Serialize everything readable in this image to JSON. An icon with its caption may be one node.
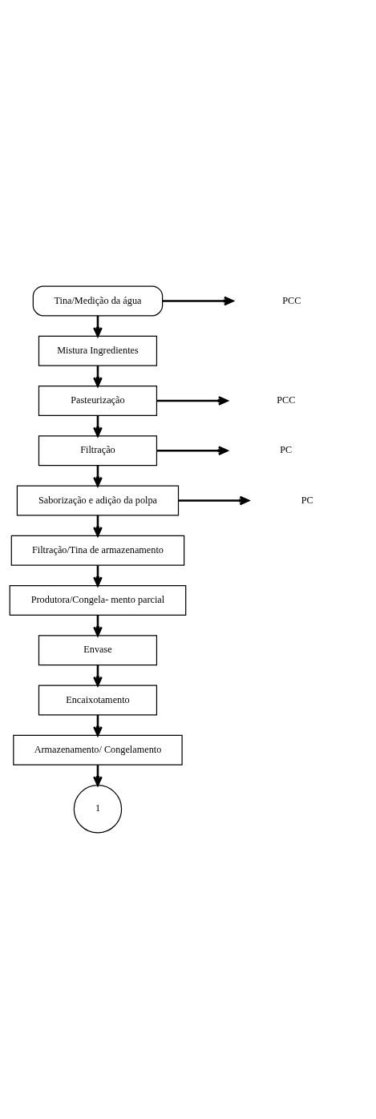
{
  "diagram": {
    "nodes": [
      {
        "text": [
          "Tina/Medição da água"
        ]
      },
      {
        "text": [
          "Mistura Ingredientes"
        ]
      },
      {
        "text": [
          "Pasteurização"
        ]
      },
      {
        "text": [
          "Filtração"
        ]
      },
      {
        "text": [
          "Saborização e adição da polpa"
        ]
      },
      {
        "text": [
          "Filtração/Tina de armazenamento"
        ]
      },
      {
        "text": [
          "Produtora/Congela- mento parcial"
        ]
      },
      {
        "text": [
          "Envase"
        ]
      },
      {
        "text": [
          "Encaixotamento"
        ]
      },
      {
        "text": [
          "Armazenamento/ Congelamento"
        ]
      },
      {
        "text": [
          "1"
        ]
      },
      {
        "text": [
          "PCC"
        ]
      },
      {
        "text": [
          "PCC"
        ]
      },
      {
        "text": [
          "PC"
        ]
      },
      {
        "text": [
          "PC"
        ]
      }
    ],
    "edges": [
      {
        "from": 0,
        "to": 1,
        "arrow": "to"
      },
      {
        "from": 1,
        "to": 2,
        "arrow": "to"
      },
      {
        "from": 2,
        "to": 3,
        "arrow": "to"
      },
      {
        "from": 3,
        "to": 4,
        "arrow": "to"
      },
      {
        "from": 4,
        "to": 5,
        "arrow": "to"
      },
      {
        "from": 5,
        "to": 6,
        "arrow": "to"
      },
      {
        "from": 6,
        "to": 7,
        "arrow": "to"
      },
      {
        "from": 7,
        "to": 8,
        "arrow": "to"
      },
      {
        "from": 8,
        "to": 9,
        "arrow": "to"
      },
      {
        "from": 9,
        "to": 10,
        "arrow": "to"
      },
      {
        "from": 0,
        "to": 11,
        "arrow": "to"
      },
      {
        "from": 2,
        "to": 12,
        "arrow": "to"
      },
      {
        "from": 3,
        "to": 13,
        "arrow": "to"
      },
      {
        "from": 4,
        "to": 14,
        "arrow": "to"
      }
    ]
  }
}
